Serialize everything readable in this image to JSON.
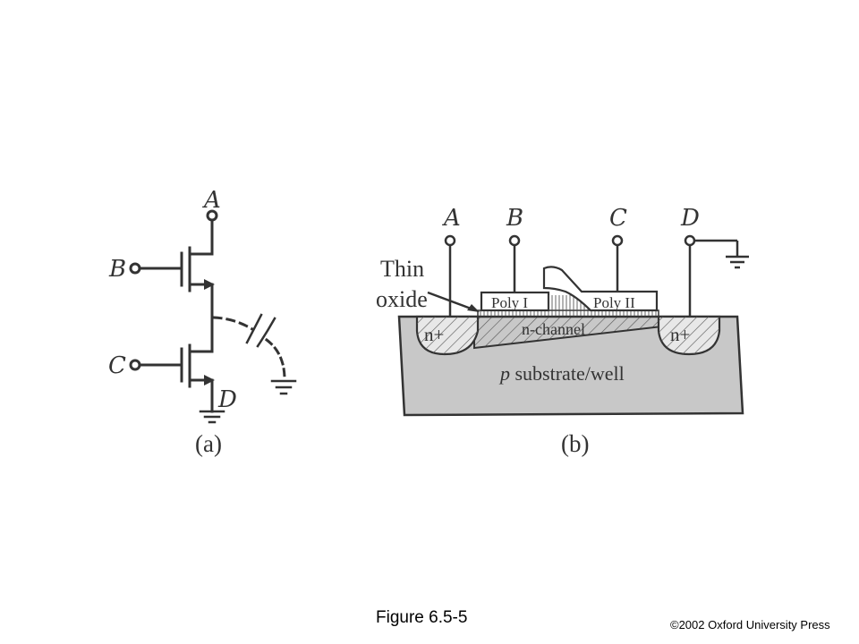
{
  "figure": {
    "caption": "Figure 6.5-5",
    "copyright": "©2002 Oxford University Press"
  },
  "panel_a": {
    "label": "(a)",
    "terminals": {
      "a": "A",
      "b": "B",
      "c": "C",
      "d": "D"
    }
  },
  "panel_b": {
    "label": "(b)",
    "terminals": {
      "a": "A",
      "b": "B",
      "c": "C",
      "d": "D"
    },
    "thin_oxide_line1": "Thin",
    "thin_oxide_line2": "oxide",
    "poly1": "Poly I",
    "poly2": "Poly II",
    "n_plus_left": "n+",
    "n_plus_right": "n+",
    "channel": "n-channel",
    "substrate_italic": "p",
    "substrate_rest": " substrate/well"
  },
  "colors": {
    "ink": "#333333",
    "substrate": "#c8c8c8",
    "diffusion": "#e8e8e8"
  }
}
